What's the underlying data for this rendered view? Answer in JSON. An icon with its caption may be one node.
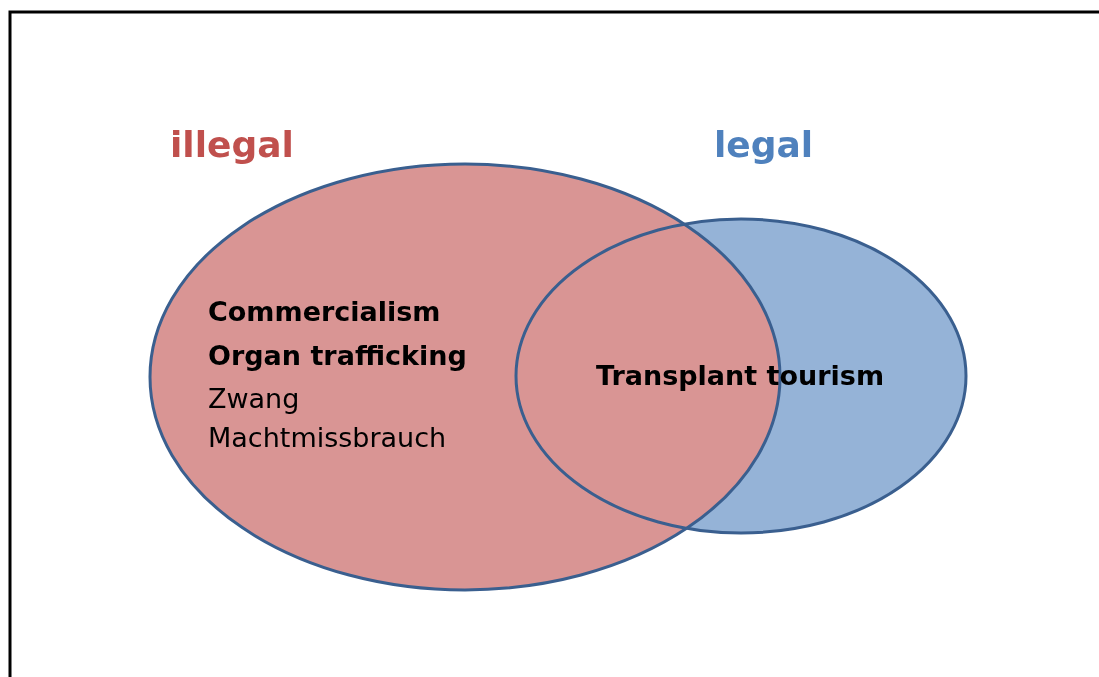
{
  "diagram": {
    "nodes": [
      {
        "text": [
          "illegal",
          "Commercialism",
          "Organ trafficking",
          "Zwang",
          "Machtmissbrauch"
        ]
      },
      {
        "text": [
          "legal"
        ]
      }
    ],
    "labels": [
      "Transplant tourism"
    ]
  }
}
